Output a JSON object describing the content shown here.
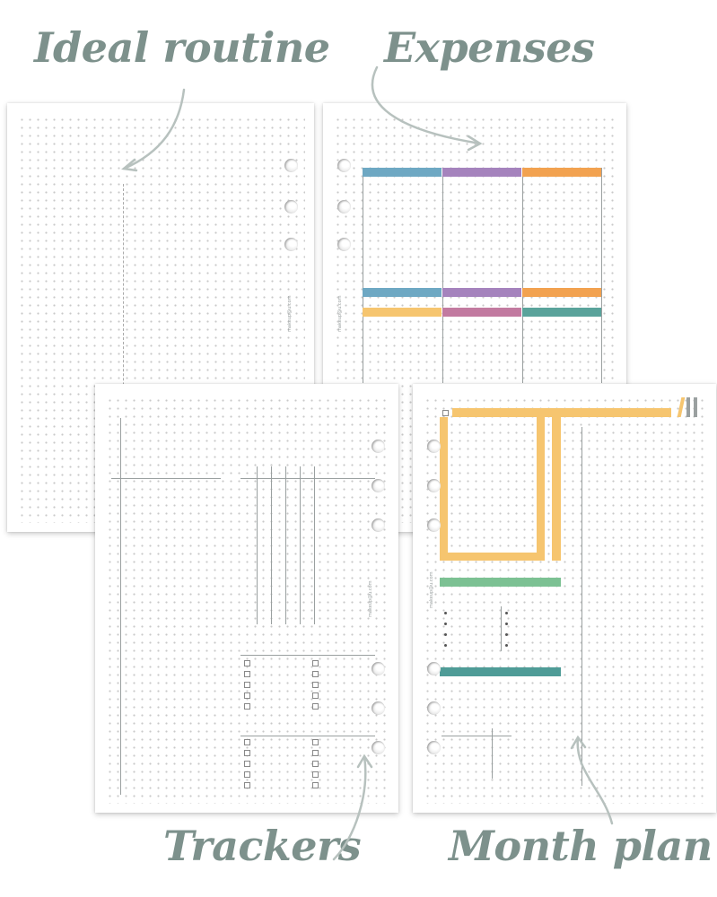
{
  "captions": {
    "ideal_routine": "Ideal routine",
    "expenses": "Expenses",
    "trackers": "Trackers",
    "month_plan": "Month plan"
  },
  "brand_text": "makeup@u.com",
  "colors": {
    "caption": "#7d918c",
    "blue": "#6ea8c3",
    "purple": "#a583bd",
    "orange": "#f2a250",
    "yellow": "#f6c56f",
    "pink": "#c27aa0",
    "teal": "#5aa39b",
    "green": "#7cc193",
    "dark_teal": "#4f9c97",
    "gray": "#9aa0a0"
  }
}
